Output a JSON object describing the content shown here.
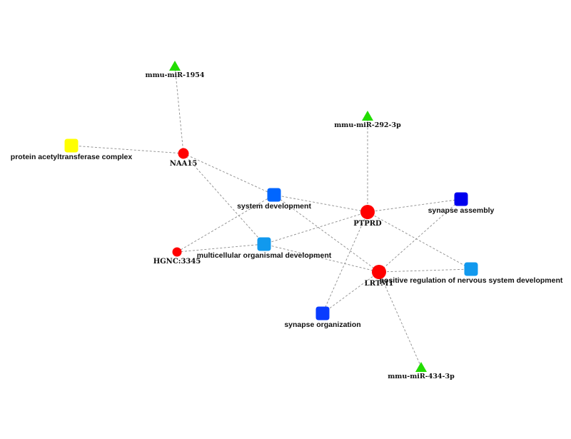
{
  "colors": {
    "gene": "#ff0000",
    "mirna": "#22dd00",
    "term_yellow": "#ffff00",
    "term_light_blue": "#1199ee",
    "term_blue": "#0066ff",
    "term_deep_blue": "#0a3cff",
    "term_navy": "#0000ee",
    "edge": "#8c8c8c"
  },
  "nodes": {
    "mirna_1954": {
      "label": "mmu-miR-1954",
      "kind": "mirna",
      "color_key": "mirna"
    },
    "mirna_292": {
      "label": "mmu-miR-292-3p",
      "kind": "mirna",
      "color_key": "mirna"
    },
    "mirna_434": {
      "label": "mmu-miR-434-3p",
      "kind": "mirna",
      "color_key": "mirna"
    },
    "naa15": {
      "label": "NAA15",
      "kind": "gene",
      "color_key": "gene"
    },
    "hgnc3345": {
      "label": "HGNC:3345",
      "kind": "gene",
      "color_key": "gene"
    },
    "ptprd": {
      "label": "PTPRD",
      "kind": "gene",
      "color_key": "gene"
    },
    "lrtm1": {
      "label": "LRTM1",
      "kind": "gene",
      "color_key": "gene"
    },
    "protein_acetyl": {
      "label": "protein acetyltransferase complex",
      "kind": "term",
      "color_key": "term_yellow"
    },
    "system_dev": {
      "label": "system development",
      "kind": "term",
      "color_key": "term_blue"
    },
    "multicell_dev": {
      "label": "multicellular organismal development",
      "kind": "term",
      "color_key": "term_light_blue"
    },
    "synapse_assembly": {
      "label": "synapse assembly",
      "kind": "term",
      "color_key": "term_navy"
    },
    "pos_reg_nervous": {
      "label": "positive regulation of nervous system development",
      "kind": "term",
      "color_key": "term_light_blue"
    },
    "synapse_org": {
      "label": "synapse organization",
      "kind": "term",
      "color_key": "term_deep_blue"
    }
  },
  "edges": [
    [
      "mirna_1954",
      "naa15"
    ],
    [
      "protein_acetyl",
      "naa15"
    ],
    [
      "naa15",
      "system_dev"
    ],
    [
      "naa15",
      "multicell_dev"
    ],
    [
      "system_dev",
      "hgnc3345"
    ],
    [
      "hgnc3345",
      "multicell_dev"
    ],
    [
      "system_dev",
      "ptprd"
    ],
    [
      "system_dev",
      "lrtm1"
    ],
    [
      "multicell_dev",
      "ptprd"
    ],
    [
      "multicell_dev",
      "lrtm1"
    ],
    [
      "mirna_292",
      "ptprd"
    ],
    [
      "ptprd",
      "synapse_assembly"
    ],
    [
      "ptprd",
      "pos_reg_nervous"
    ],
    [
      "ptprd",
      "synapse_org"
    ],
    [
      "synapse_assembly",
      "lrtm1"
    ],
    [
      "lrtm1",
      "pos_reg_nervous"
    ],
    [
      "lrtm1",
      "synapse_org"
    ],
    [
      "lrtm1",
      "mirna_434"
    ]
  ]
}
